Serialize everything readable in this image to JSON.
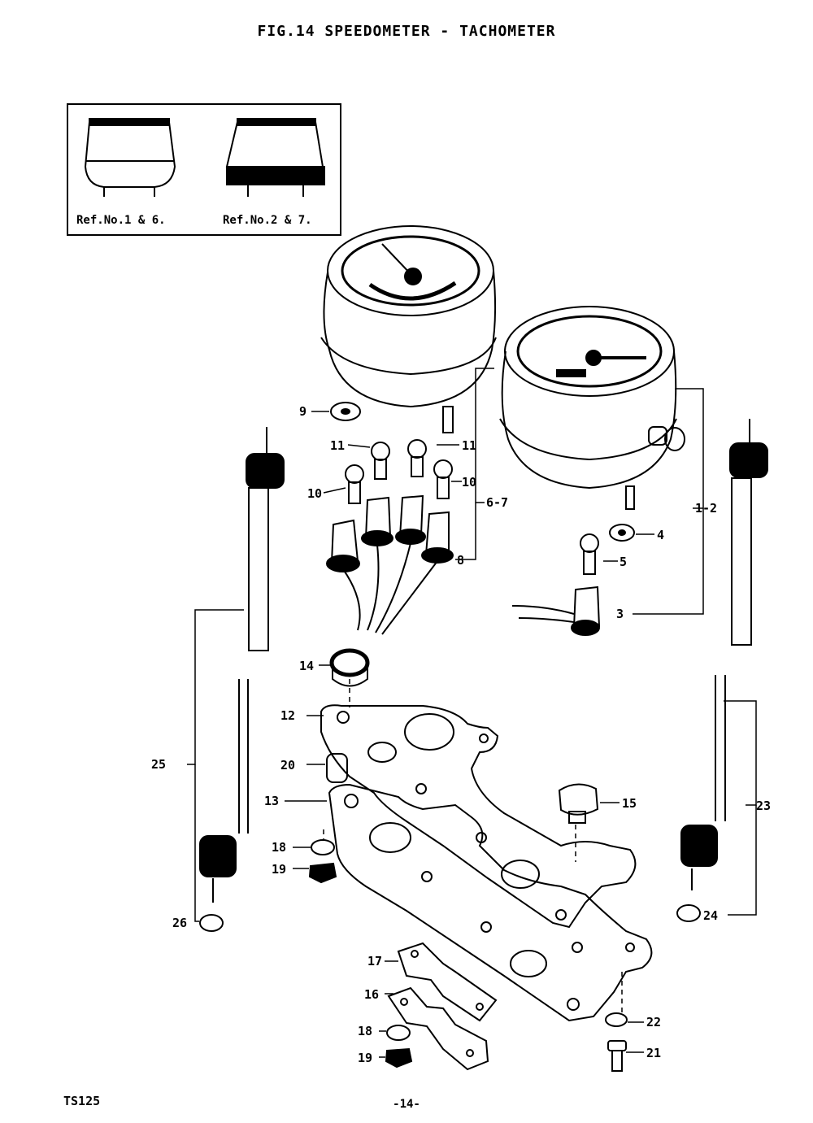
{
  "title": "FIG.14  SPEEDOMETER - TACHOMETER",
  "inset": {
    "label_left": "Ref.No.1 & 6.",
    "label_right": "Ref.No.2 & 7."
  },
  "callouts": {
    "p1_2": "1-2",
    "p3": "3",
    "p4": "4",
    "p5": "5",
    "p6_7": "6-7",
    "p8": "8",
    "p9": "9",
    "p10a": "10",
    "p10b": "10",
    "p11a": "11",
    "p11b": "11",
    "p12": "12",
    "p13": "13",
    "p14": "14",
    "p15": "15",
    "p16": "16",
    "p17": "17",
    "p18a": "18",
    "p18b": "18",
    "p19a": "19",
    "p19b": "19",
    "p20": "20",
    "p21": "21",
    "p22": "22",
    "p23": "23",
    "p24": "24",
    "p25": "25",
    "p26": "26"
  },
  "footer": {
    "model": "TS125",
    "page": "-14-"
  }
}
